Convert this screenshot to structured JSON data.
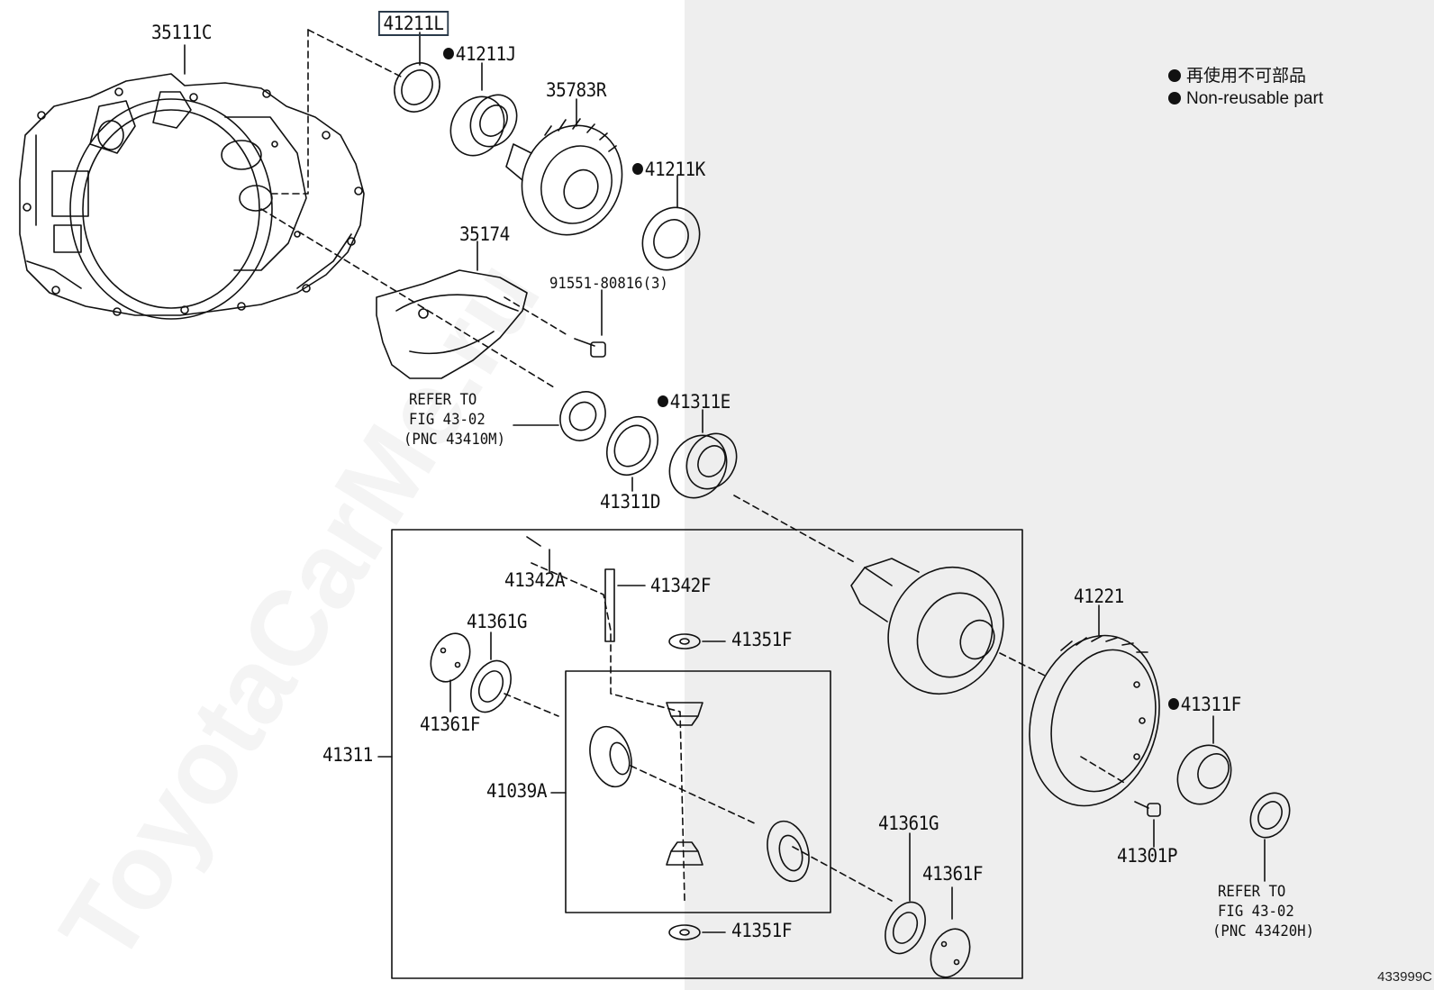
{
  "highlighted_part": "41211L",
  "legend": {
    "jp": "再使用不可部品",
    "en": "Non-reusable part"
  },
  "watermark": "ToyotaCarMe.ru",
  "figure_id": "433999C",
  "parts": {
    "p35111C": "35111C",
    "p41211L": "41211L",
    "p41211J": "41211J",
    "p35783R": "35783R",
    "p41211K": "41211K",
    "p35174": "35174",
    "p91551": "91551-80816(3)",
    "p41311E": "41311E",
    "p41311D": "41311D",
    "p41342A": "41342A",
    "p41342F": "41342F",
    "p41361G_a": "41361G",
    "p41361F_a": "41361F",
    "p41351F_a": "41351F",
    "p41311": "41311",
    "p41039A": "41039A",
    "p41351F_b": "41351F",
    "p41361G_b": "41361G",
    "p41361F_b": "41361F",
    "p41221": "41221",
    "p41311F": "41311F",
    "p41301P": "41301P"
  },
  "refer1": {
    "l1": "REFER TO",
    "l2": "FIG 43-02",
    "l3": "(PNC 43410M)"
  },
  "refer2": {
    "l1": "REFER TO",
    "l2": "FIG 43-02",
    "l3": "(PNC 43420H)"
  }
}
